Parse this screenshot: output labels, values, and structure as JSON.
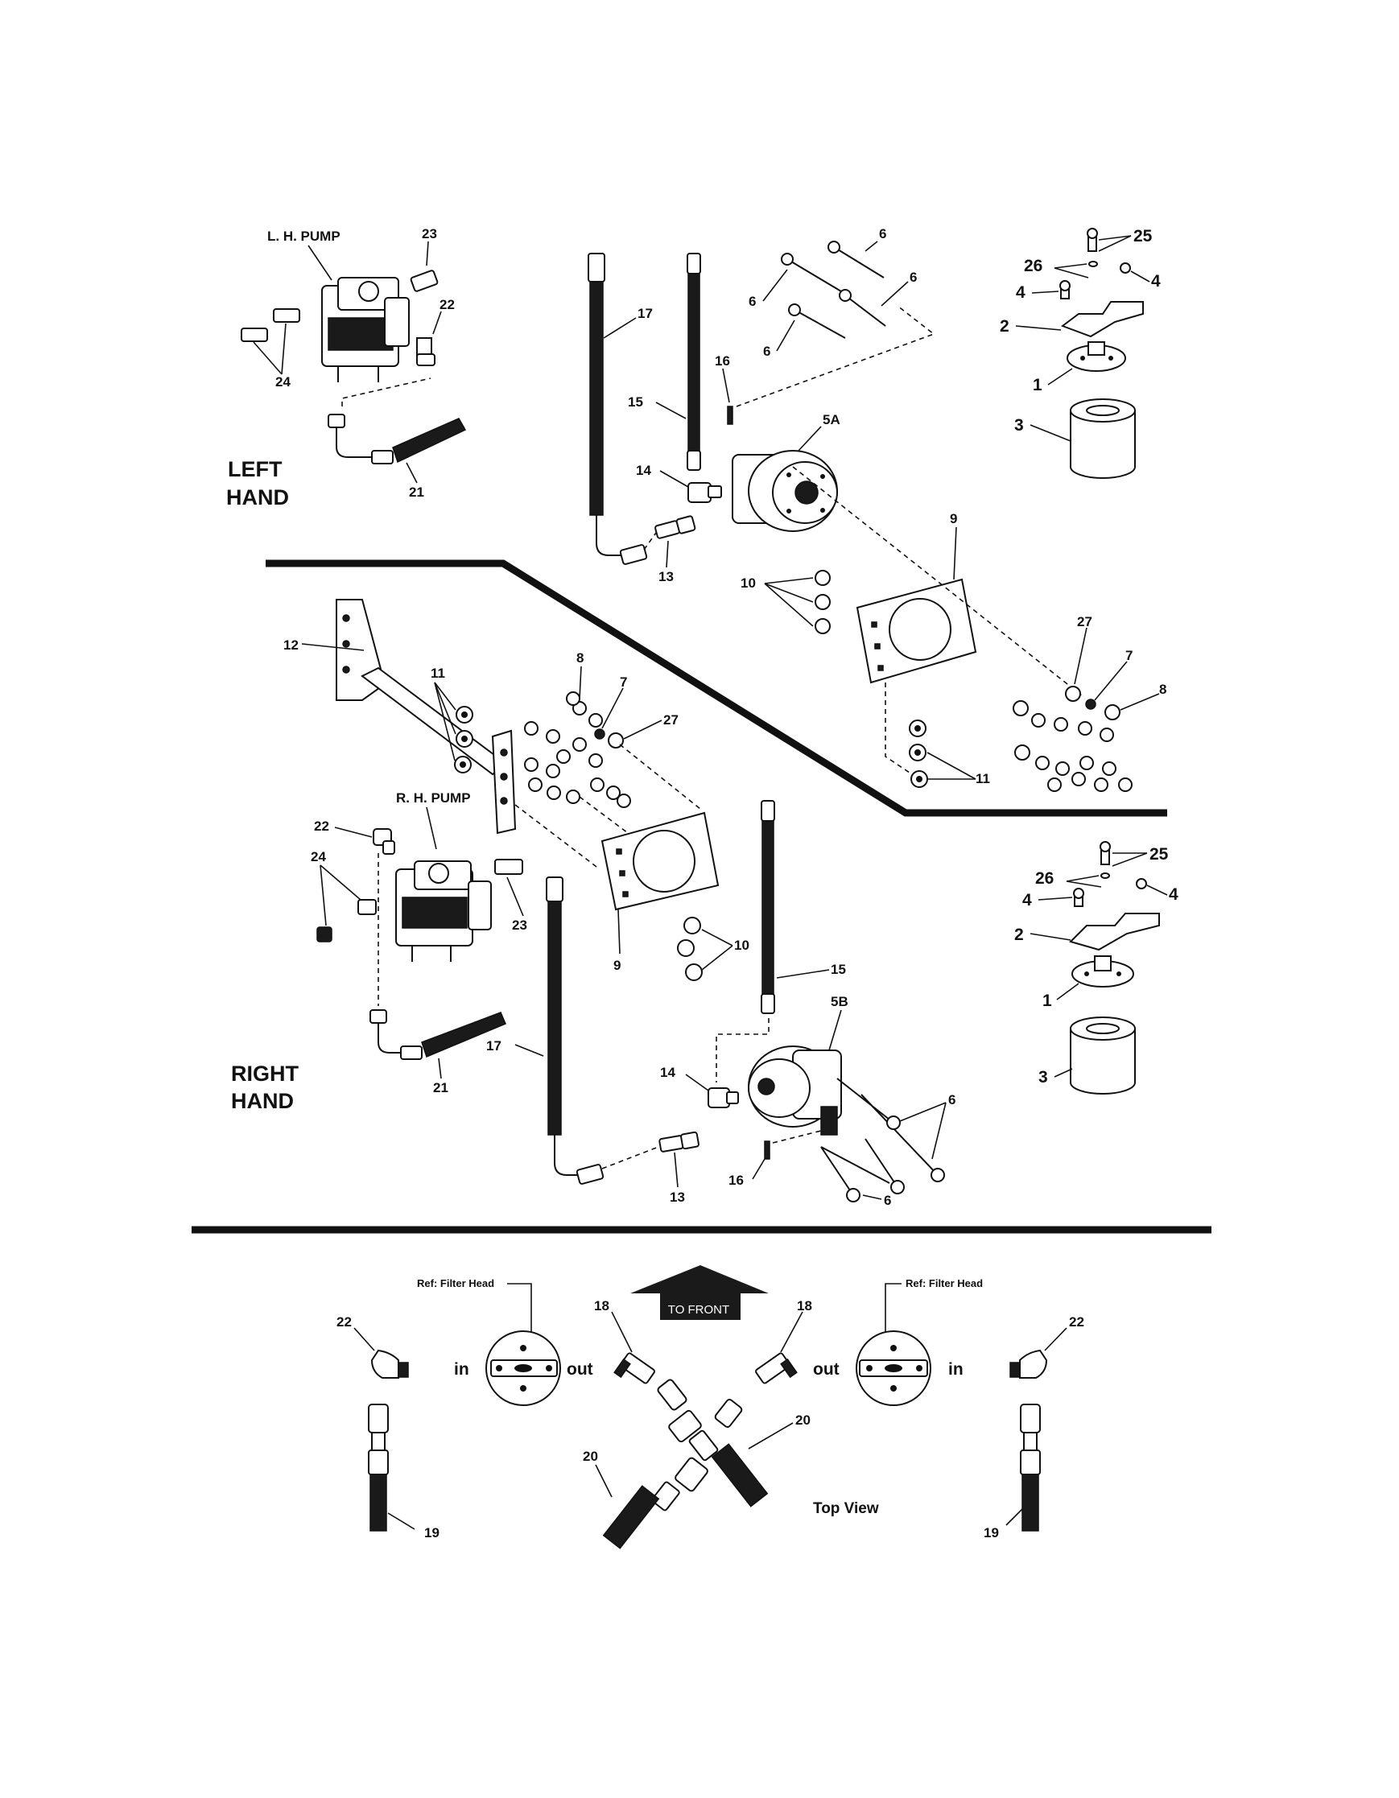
{
  "sections": {
    "left_hand": {
      "line1": "LEFT",
      "line2": "HAND",
      "pump_label": "L. H. PUMP"
    },
    "right_hand": {
      "line1": "RIGHT",
      "line2": "HAND",
      "pump_label": "R. H. PUMP"
    }
  },
  "callouts": {
    "n1": "1",
    "n2": "2",
    "n3": "3",
    "n4": "4",
    "n5a": "5A",
    "n5b": "5B",
    "n6": "6",
    "n7": "7",
    "n8": "8",
    "n9": "9",
    "n10": "10",
    "n11": "11",
    "n12": "12",
    "n13": "13",
    "n14": "14",
    "n15": "15",
    "n16": "16",
    "n17": "17",
    "n18": "18",
    "n19": "19",
    "n20": "20",
    "n21": "21",
    "n22": "22",
    "n23": "23",
    "n24": "24",
    "n25": "25",
    "n26": "26",
    "n27": "27"
  },
  "bottom": {
    "ref_filter_head": "Ref: Filter Head",
    "to_front": "TO FRONT",
    "in": "in",
    "out": "out",
    "top_view": "Top View"
  }
}
